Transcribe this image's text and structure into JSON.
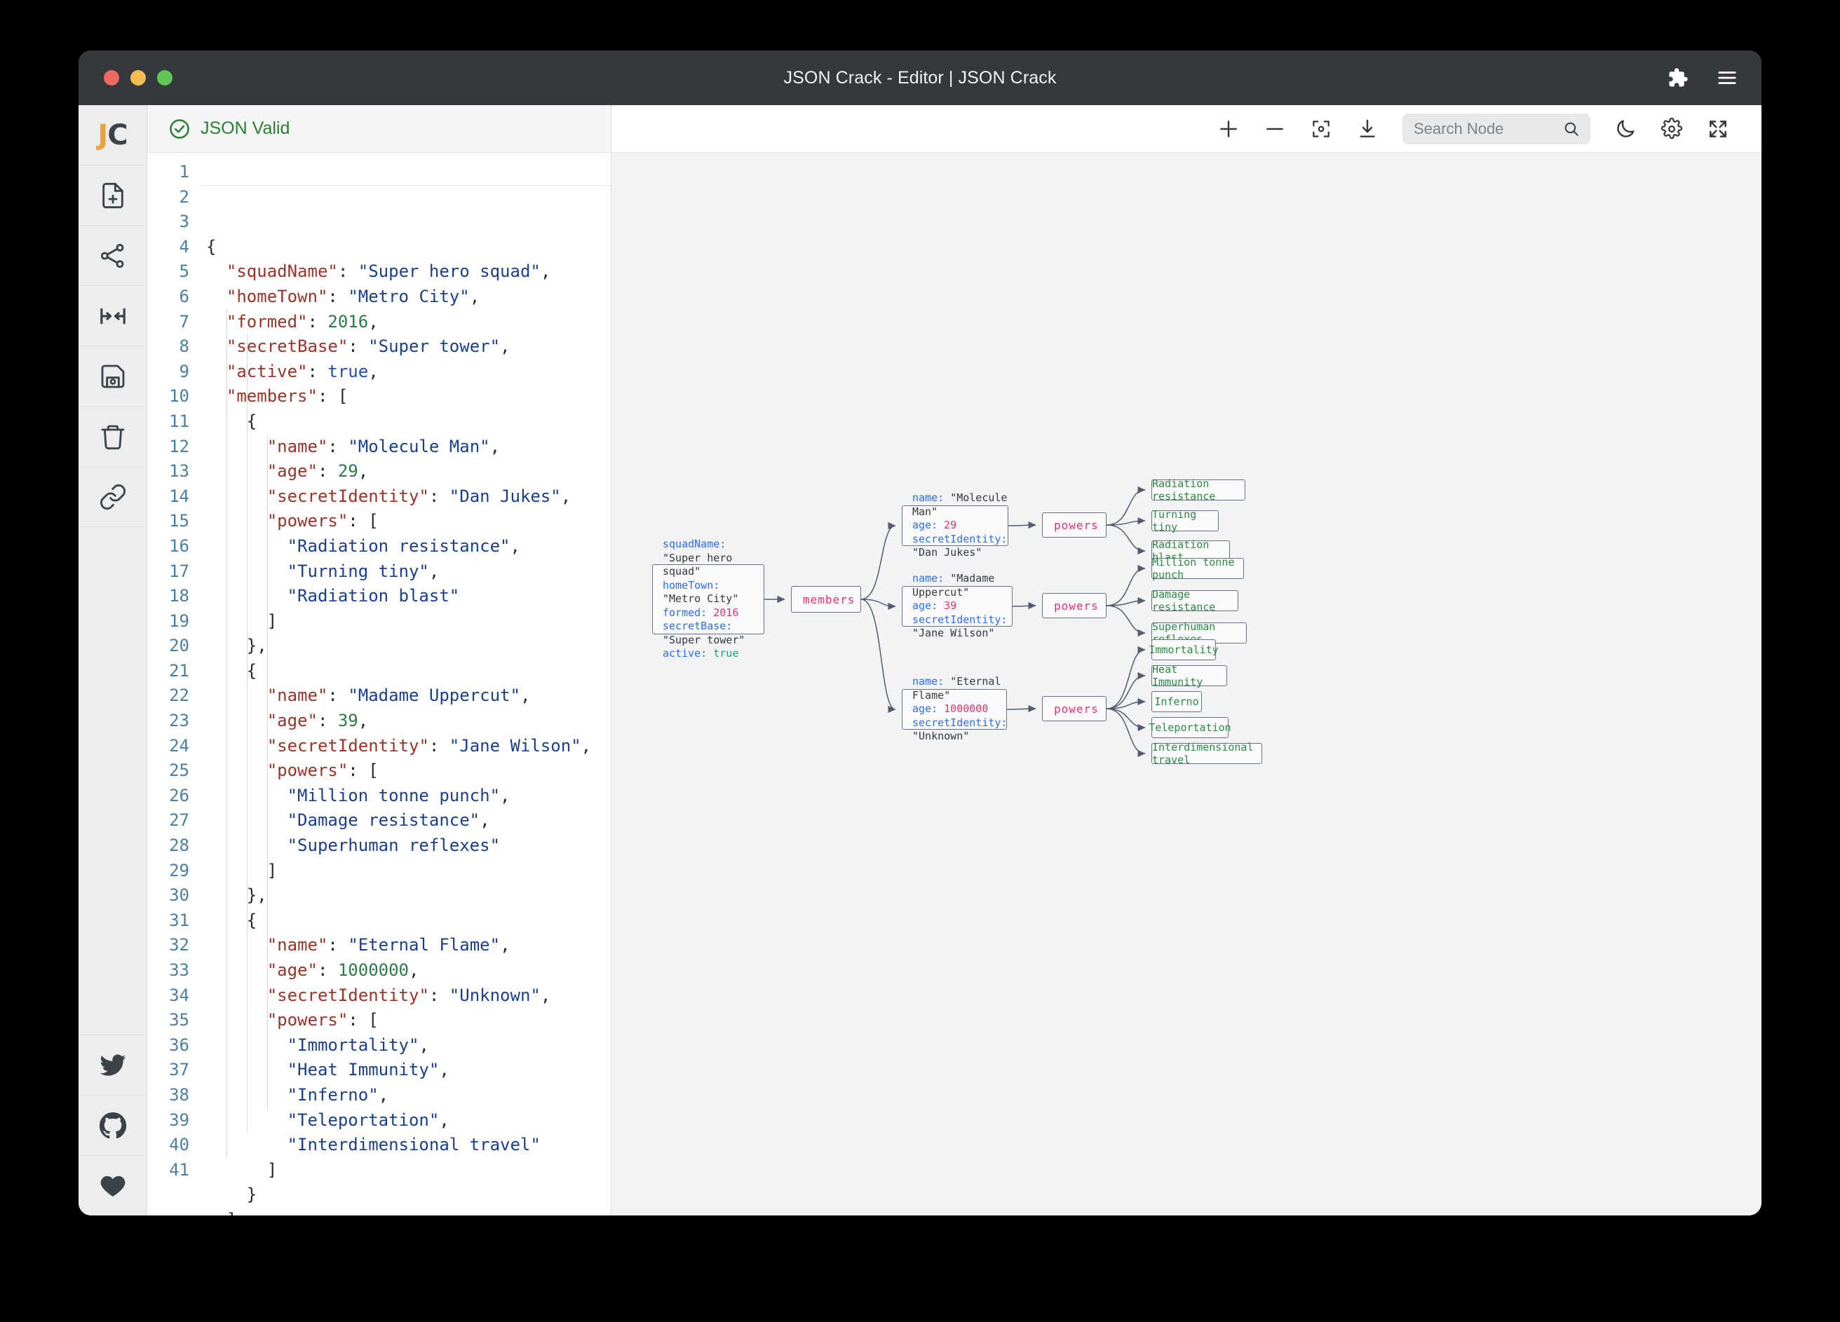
{
  "window": {
    "title": "JSON Crack - Editor | JSON Crack",
    "traffic": {
      "close": "close-button",
      "minimize": "minimize-button",
      "maximize": "maximize-button"
    },
    "actions": [
      {
        "name": "extensions-icon",
        "label": "Extensions"
      },
      {
        "name": "menu-icon",
        "label": "Menu"
      }
    ]
  },
  "rail": {
    "logo_j": "J",
    "logo_c": "C",
    "items": [
      {
        "name": "new-document-icon",
        "label": "New Document"
      },
      {
        "name": "share-nodes-icon",
        "label": "Share"
      },
      {
        "name": "collapse-expand-icon",
        "label": "Collapse / Expand"
      },
      {
        "name": "save-icon",
        "label": "Save"
      },
      {
        "name": "delete-icon",
        "label": "Delete"
      },
      {
        "name": "link-icon",
        "label": "Link"
      }
    ],
    "bottom_items": [
      {
        "name": "twitter-icon",
        "label": "Twitter"
      },
      {
        "name": "github-icon",
        "label": "GitHub"
      },
      {
        "name": "heart-icon",
        "label": "Sponsor"
      }
    ]
  },
  "editor": {
    "validity_label": "JSON Valid",
    "validity_color": "#2e7d32",
    "total_lines": 41,
    "lines": [
      [
        [
          "p",
          "{"
        ]
      ],
      [
        [
          "p",
          "  "
        ],
        [
          "k",
          "\"squadName\""
        ],
        [
          "p",
          ": "
        ],
        [
          "s",
          "\"Super hero squad\""
        ],
        [
          "p",
          ","
        ]
      ],
      [
        [
          "p",
          "  "
        ],
        [
          "k",
          "\"homeTown\""
        ],
        [
          "p",
          ": "
        ],
        [
          "s",
          "\"Metro City\""
        ],
        [
          "p",
          ","
        ]
      ],
      [
        [
          "p",
          "  "
        ],
        [
          "k",
          "\"formed\""
        ],
        [
          "p",
          ": "
        ],
        [
          "n",
          "2016"
        ],
        [
          "p",
          ","
        ]
      ],
      [
        [
          "p",
          "  "
        ],
        [
          "k",
          "\"secretBase\""
        ],
        [
          "p",
          ": "
        ],
        [
          "s",
          "\"Super tower\""
        ],
        [
          "p",
          ","
        ]
      ],
      [
        [
          "p",
          "  "
        ],
        [
          "k",
          "\"active\""
        ],
        [
          "p",
          ": "
        ],
        [
          "b",
          "true"
        ],
        [
          "p",
          ","
        ]
      ],
      [
        [
          "p",
          "  "
        ],
        [
          "k",
          "\"members\""
        ],
        [
          "p",
          ": ["
        ]
      ],
      [
        [
          "p",
          "    {"
        ]
      ],
      [
        [
          "p",
          "      "
        ],
        [
          "k",
          "\"name\""
        ],
        [
          "p",
          ": "
        ],
        [
          "s",
          "\"Molecule Man\""
        ],
        [
          "p",
          ","
        ]
      ],
      [
        [
          "p",
          "      "
        ],
        [
          "k",
          "\"age\""
        ],
        [
          "p",
          ": "
        ],
        [
          "n",
          "29"
        ],
        [
          "p",
          ","
        ]
      ],
      [
        [
          "p",
          "      "
        ],
        [
          "k",
          "\"secretIdentity\""
        ],
        [
          "p",
          ": "
        ],
        [
          "s",
          "\"Dan Jukes\""
        ],
        [
          "p",
          ","
        ]
      ],
      [
        [
          "p",
          "      "
        ],
        [
          "k",
          "\"powers\""
        ],
        [
          "p",
          ": ["
        ]
      ],
      [
        [
          "p",
          "        "
        ],
        [
          "s",
          "\"Radiation resistance\""
        ],
        [
          "p",
          ","
        ]
      ],
      [
        [
          "p",
          "        "
        ],
        [
          "s",
          "\"Turning tiny\""
        ],
        [
          "p",
          ","
        ]
      ],
      [
        [
          "p",
          "        "
        ],
        [
          "s",
          "\"Radiation blast\""
        ]
      ],
      [
        [
          "p",
          "      ]"
        ]
      ],
      [
        [
          "p",
          "    },"
        ]
      ],
      [
        [
          "p",
          "    {"
        ]
      ],
      [
        [
          "p",
          "      "
        ],
        [
          "k",
          "\"name\""
        ],
        [
          "p",
          ": "
        ],
        [
          "s",
          "\"Madame Uppercut\""
        ],
        [
          "p",
          ","
        ]
      ],
      [
        [
          "p",
          "      "
        ],
        [
          "k",
          "\"age\""
        ],
        [
          "p",
          ": "
        ],
        [
          "n",
          "39"
        ],
        [
          "p",
          ","
        ]
      ],
      [
        [
          "p",
          "      "
        ],
        [
          "k",
          "\"secretIdentity\""
        ],
        [
          "p",
          ": "
        ],
        [
          "s",
          "\"Jane Wilson\""
        ],
        [
          "p",
          ","
        ]
      ],
      [
        [
          "p",
          "      "
        ],
        [
          "k",
          "\"powers\""
        ],
        [
          "p",
          ": ["
        ]
      ],
      [
        [
          "p",
          "        "
        ],
        [
          "s",
          "\"Million tonne punch\""
        ],
        [
          "p",
          ","
        ]
      ],
      [
        [
          "p",
          "        "
        ],
        [
          "s",
          "\"Damage resistance\""
        ],
        [
          "p",
          ","
        ]
      ],
      [
        [
          "p",
          "        "
        ],
        [
          "s",
          "\"Superhuman reflexes\""
        ]
      ],
      [
        [
          "p",
          "      ]"
        ]
      ],
      [
        [
          "p",
          "    },"
        ]
      ],
      [
        [
          "p",
          "    {"
        ]
      ],
      [
        [
          "p",
          "      "
        ],
        [
          "k",
          "\"name\""
        ],
        [
          "p",
          ": "
        ],
        [
          "s",
          "\"Eternal Flame\""
        ],
        [
          "p",
          ","
        ]
      ],
      [
        [
          "p",
          "      "
        ],
        [
          "k",
          "\"age\""
        ],
        [
          "p",
          ": "
        ],
        [
          "n",
          "1000000"
        ],
        [
          "p",
          ","
        ]
      ],
      [
        [
          "p",
          "      "
        ],
        [
          "k",
          "\"secretIdentity\""
        ],
        [
          "p",
          ": "
        ],
        [
          "s",
          "\"Unknown\""
        ],
        [
          "p",
          ","
        ]
      ],
      [
        [
          "p",
          "      "
        ],
        [
          "k",
          "\"powers\""
        ],
        [
          "p",
          ": ["
        ]
      ],
      [
        [
          "p",
          "        "
        ],
        [
          "s",
          "\"Immortality\""
        ],
        [
          "p",
          ","
        ]
      ],
      [
        [
          "p",
          "        "
        ],
        [
          "s",
          "\"Heat Immunity\""
        ],
        [
          "p",
          ","
        ]
      ],
      [
        [
          "p",
          "        "
        ],
        [
          "s",
          "\"Inferno\""
        ],
        [
          "p",
          ","
        ]
      ],
      [
        [
          "p",
          "        "
        ],
        [
          "s",
          "\"Teleportation\""
        ],
        [
          "p",
          ","
        ]
      ],
      [
        [
          "p",
          "        "
        ],
        [
          "s",
          "\"Interdimensional travel\""
        ]
      ],
      [
        [
          "p",
          "      ]"
        ]
      ],
      [
        [
          "p",
          "    }"
        ]
      ],
      [
        [
          "p",
          "  ]"
        ]
      ],
      [
        [
          "p",
          "}"
        ]
      ]
    ]
  },
  "graph_toolbar": {
    "zoom_in": "zoom-in-icon",
    "zoom_out": "zoom-out-icon",
    "center": "center-view-icon",
    "download": "download-icon",
    "search_placeholder": "Search Node",
    "search_value": "",
    "theme_toggle": "moon-icon",
    "settings": "gear-icon",
    "fullscreen": "fullscreen-icon"
  },
  "graph": {
    "root": {
      "rows": [
        {
          "key": "squadName",
          "value": "\"Super hero squad\"",
          "type": "string"
        },
        {
          "key": "homeTown",
          "value": "\"Metro City\"",
          "type": "string"
        },
        {
          "key": "formed",
          "value": "2016",
          "type": "number"
        },
        {
          "key": "secretBase",
          "value": "\"Super tower\"",
          "type": "string"
        },
        {
          "key": "active",
          "value": "true",
          "type": "boolean"
        }
      ]
    },
    "members_label": "members",
    "powers_label": "powers",
    "members": [
      {
        "rows": [
          {
            "key": "name",
            "value": "\"Molecule Man\"",
            "type": "string"
          },
          {
            "key": "age",
            "value": "29",
            "type": "number"
          },
          {
            "key": "secretIdentity",
            "value": "\"Dan Jukes\"",
            "type": "string"
          }
        ],
        "powers": [
          "Radiation resistance",
          "Turning tiny",
          "Radiation blast"
        ]
      },
      {
        "rows": [
          {
            "key": "name",
            "value": "\"Madame Uppercut\"",
            "type": "string"
          },
          {
            "key": "age",
            "value": "39",
            "type": "number"
          },
          {
            "key": "secretIdentity",
            "value": "\"Jane Wilson\"",
            "type": "string"
          }
        ],
        "powers": [
          "Million tonne punch",
          "Damage resistance",
          "Superhuman reflexes"
        ]
      },
      {
        "rows": [
          {
            "key": "name",
            "value": "\"Eternal Flame\"",
            "type": "string"
          },
          {
            "key": "age",
            "value": "1000000",
            "type": "number"
          },
          {
            "key": "secretIdentity",
            "value": "\"Unknown\"",
            "type": "string"
          }
        ],
        "powers": [
          "Immortality",
          "Heat Immunity",
          "Inferno",
          "Teleportation",
          "Interdimensional travel"
        ]
      }
    ]
  },
  "colors": {
    "titlebar": "#35383d",
    "valid_green": "#2e7d32",
    "graph_bg": "#f2f3f5",
    "node_border": "#6a6f85",
    "graph_key": "#2d6df6",
    "graph_number": "#e0346e",
    "graph_boolean": "#19a373",
    "graph_leaf": "#2c8a45",
    "graph_parent_label": "#e0346e"
  }
}
